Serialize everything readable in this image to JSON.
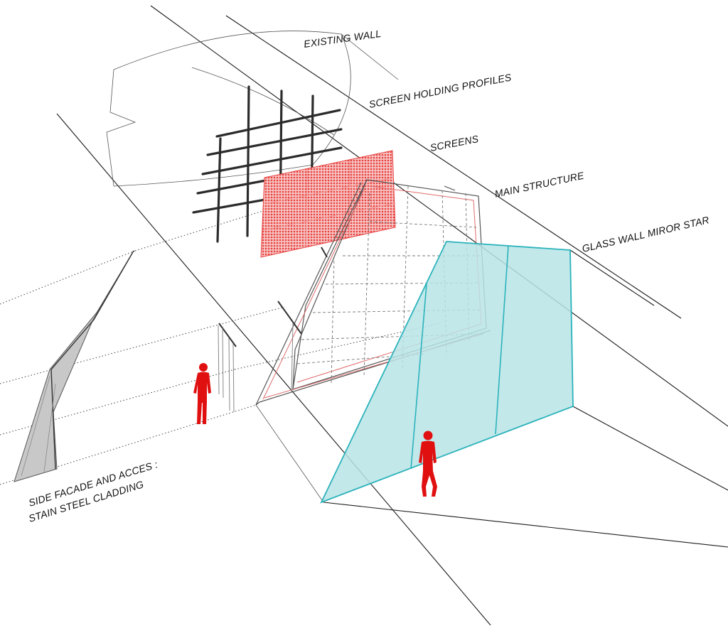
{
  "labels": {
    "existing_wall": "EXISTING WALL",
    "screen_holding_profiles": "SCREEN HOLDING PROFILES",
    "screens": "SCREENS",
    "main_structure": "MAIN STRUCTURE",
    "glass_wall": "GLASS WALL MIROR STAR",
    "side_facade_line1": "SIDE FACADE  AND ACCES :",
    "side_facade_line2": "STAIN STEEL CLADDING"
  },
  "colors": {
    "screen_red": "#e8403f",
    "figure_red": "#e01010",
    "glass_cyan": "#b8e4e6",
    "glass_edge": "#2bb3bb",
    "cladding_gray": "#c8c8c8",
    "line_dark": "#1a1a1a"
  },
  "icons": {
    "person": "human-figure-icon"
  }
}
